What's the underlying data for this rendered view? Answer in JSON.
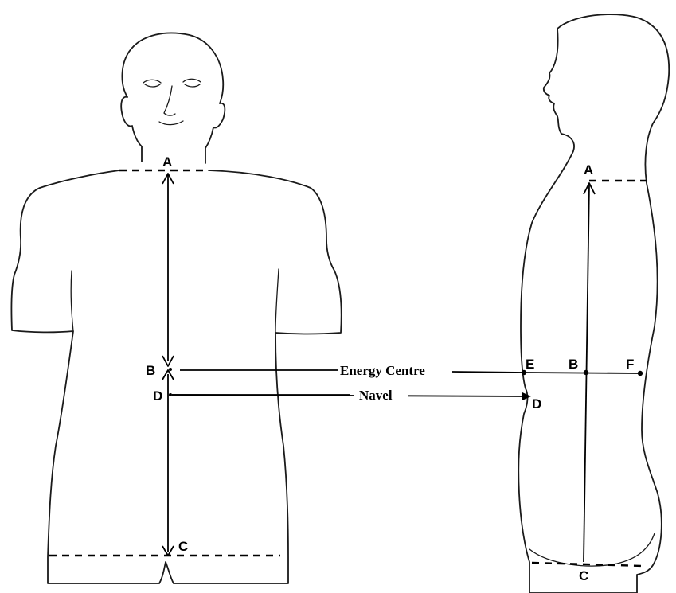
{
  "labels": {
    "energy_centre": "Energy Centre",
    "navel": "Navel"
  },
  "front_view": {
    "point_a": "A",
    "point_b": "B",
    "point_c": "C",
    "point_d": "D"
  },
  "side_view": {
    "point_a": "A",
    "point_b": "B",
    "point_c": "C",
    "point_d": "D",
    "point_e": "E",
    "point_f": "F"
  },
  "colors": {
    "line": "#000000",
    "background": "#ffffff"
  }
}
